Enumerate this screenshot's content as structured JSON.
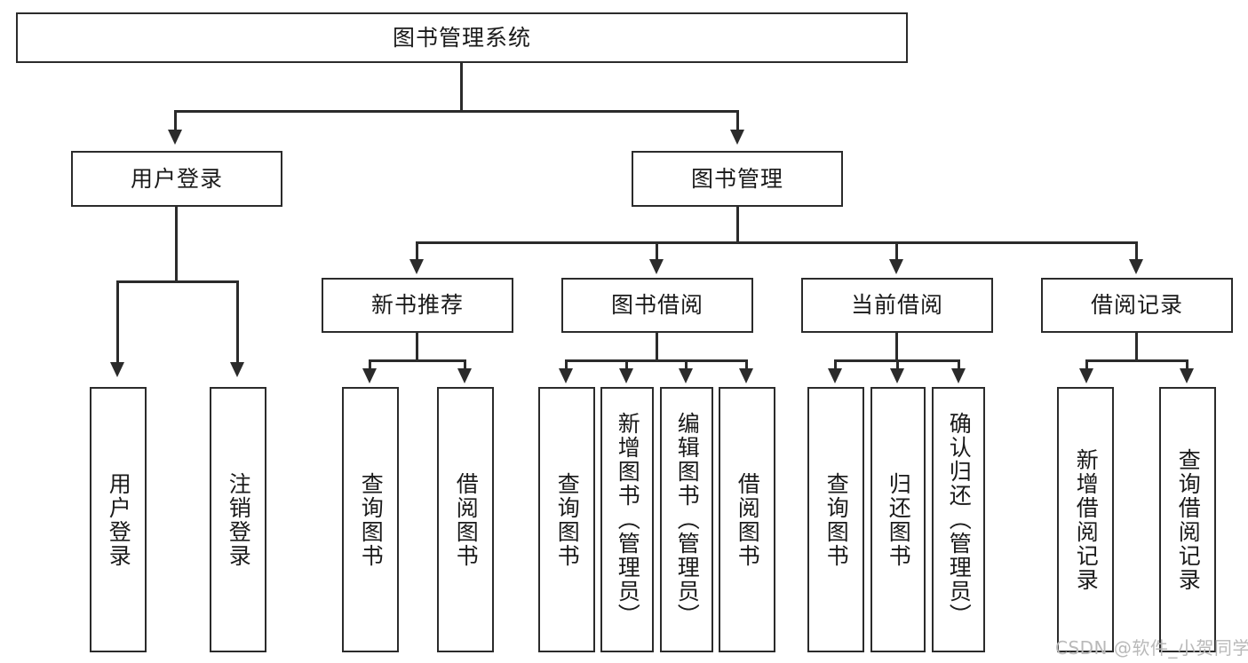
{
  "diagram": {
    "title": "图书管理系统",
    "type": "tree-hierarchy-diagram",
    "root": {
      "id": "root",
      "label": "图书管理系统"
    },
    "level2": [
      {
        "id": "user-login",
        "label": "用户登录"
      },
      {
        "id": "book-management",
        "label": "图书管理"
      }
    ],
    "level3": [
      {
        "id": "new-book-recommend",
        "label": "新书推荐"
      },
      {
        "id": "book-borrow",
        "label": "图书借阅"
      },
      {
        "id": "current-borrow",
        "label": "当前借阅"
      },
      {
        "id": "borrow-record",
        "label": "借阅记录"
      }
    ],
    "leaves": {
      "user_login": [
        {
          "id": "leaf-user-login",
          "label": "用户登录"
        },
        {
          "id": "leaf-user-logout",
          "label": "注销登录"
        }
      ],
      "new_book_recommend": [
        {
          "id": "leaf-query-book-1",
          "label": "查询图书"
        },
        {
          "id": "leaf-borrow-book-1",
          "label": "借阅图书"
        }
      ],
      "book_borrow": [
        {
          "id": "leaf-query-book-2",
          "label": "查询图书"
        },
        {
          "id": "leaf-add-book",
          "label": "新增图书（管理员）"
        },
        {
          "id": "leaf-edit-book",
          "label": "编辑图书（管理员）"
        },
        {
          "id": "leaf-borrow-book-2",
          "label": "借阅图书"
        }
      ],
      "current_borrow": [
        {
          "id": "leaf-query-book-3",
          "label": "查询图书"
        },
        {
          "id": "leaf-return-book",
          "label": "归还图书"
        },
        {
          "id": "leaf-confirm-return",
          "label": "确认归还（管理员）"
        }
      ],
      "borrow_record": [
        {
          "id": "leaf-add-record",
          "label": "新增借阅记录"
        },
        {
          "id": "leaf-query-record",
          "label": "查询借阅记录"
        }
      ]
    },
    "watermark": "CSDN @软件_小贺同学",
    "colors": {
      "stroke": "#2b2b2b",
      "fill": "#ffffff",
      "text": "#1a1a1a",
      "watermark": "#b9b9b9"
    }
  }
}
